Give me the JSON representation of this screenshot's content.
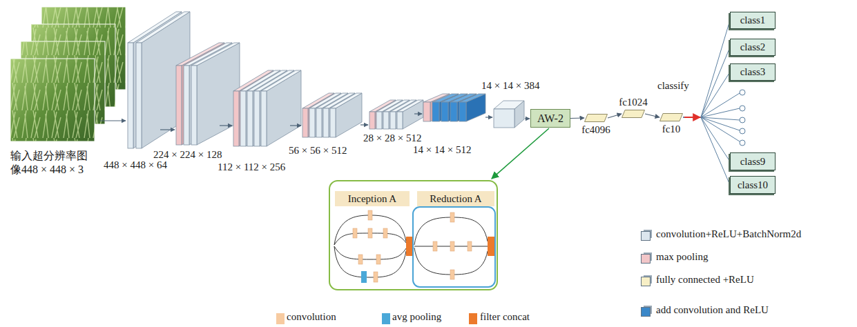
{
  "diagram": {
    "nodes": [
      {
        "text": [
          "AW-2"
        ]
      },
      {
        "text": [
          "fc4096"
        ]
      },
      {
        "text": [
          "fc1024"
        ]
      },
      {
        "text": [
          "fc10"
        ]
      },
      {
        "text": [
          "class1"
        ]
      },
      {
        "text": [
          "class2"
        ]
      },
      {
        "text": [
          "class3"
        ]
      },
      {
        "text": [
          "class9"
        ]
      },
      {
        "text": [
          "class10"
        ]
      },
      {
        "text": [
          "Inception A"
        ]
      },
      {
        "text": [
          "Reduction A"
        ]
      }
    ],
    "edges": [
      {
        "from": 0,
        "to": 1,
        "arrow": "to"
      },
      {
        "from": 1,
        "to": 2,
        "arrow": "to"
      },
      {
        "from": 2,
        "to": 3,
        "arrow": "to"
      },
      {
        "from": 3,
        "to": 4,
        "arrow": "none"
      },
      {
        "from": 3,
        "to": 5,
        "arrow": "none"
      },
      {
        "from": 3,
        "to": 6,
        "arrow": "none"
      },
      {
        "from": 3,
        "to": 7,
        "arrow": "none"
      },
      {
        "from": 3,
        "to": 8,
        "arrow": "none"
      }
    ],
    "labels": [
      "输入超分辨率图 像448 × 448 × 3",
      "448 × 448 × 64",
      "224 × 224 × 128",
      "112 × 112 × 256",
      "56 × 56 × 512",
      "28 × 28 × 512",
      "14 × 14 × 512",
      "14 × 14 × 384",
      "classify"
    ],
    "legend": [
      {
        "text": "convolution+ReLU+BatchNorm2d",
        "color": "#dce6ee"
      },
      {
        "text": "max pooling",
        "color": "#f2c6c8"
      },
      {
        "text": "fully connected +ReLU",
        "color": "#f7efc6"
      },
      {
        "text": "add convolution and ReLU",
        "color": "#3a87c8"
      },
      {
        "text": "convolution",
        "color": "#f7cba1"
      },
      {
        "text": "avg pooling",
        "color": "#4aa8d8"
      },
      {
        "text": "filter concat",
        "color": "#ec7a2c"
      }
    ]
  }
}
